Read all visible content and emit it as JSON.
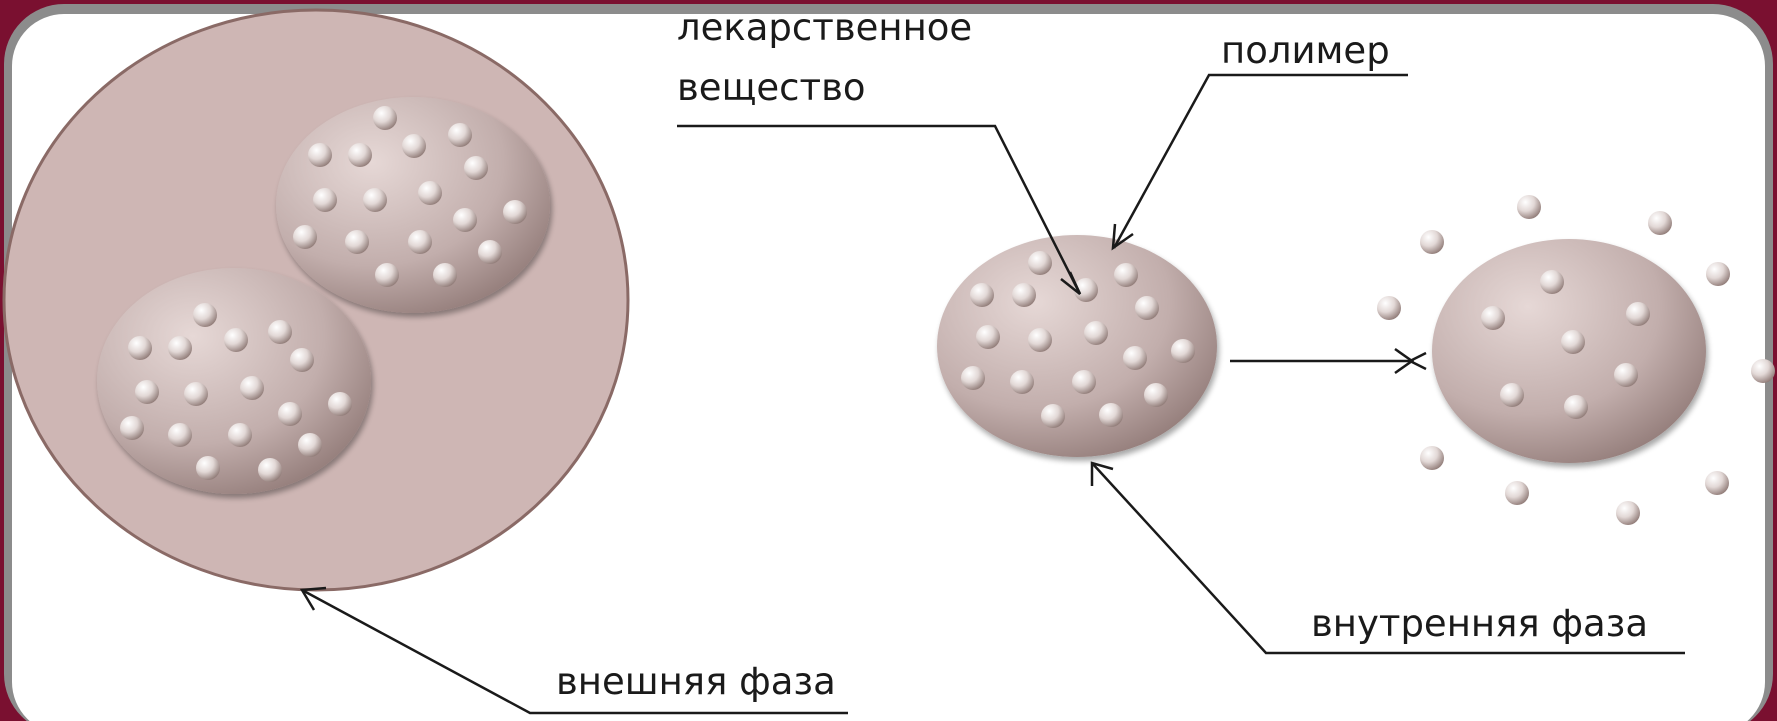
{
  "labels": {
    "drug": [
      "лекарственное",
      "вещество"
    ],
    "polymer": "полимер",
    "inner_phase": "внутренняя фаза",
    "outer_phase": "внешняя фаза"
  },
  "colors": {
    "frame": "#7a1030",
    "panel": "#ffffff",
    "outer_droplet_fill": "#ceb6b4",
    "outer_droplet_stroke": "#8a6a66",
    "particle_light": "#f4eeec",
    "particle_dark": "#8f7a76",
    "line": "#1a1a1a"
  }
}
